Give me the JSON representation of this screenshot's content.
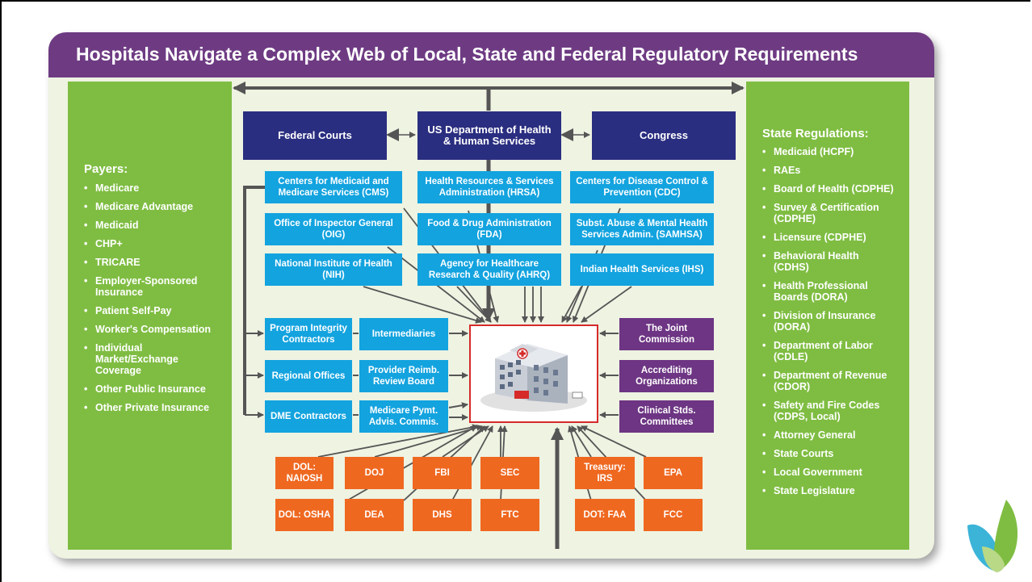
{
  "title": "Hospitals Navigate a Complex Web of Local, State and Federal Regulatory Requirements",
  "colors": {
    "title_bar": "#6e3b83",
    "green_panel": "#7fbd42",
    "navy": "#2a2e80",
    "blue": "#13a3df",
    "purple": "#6d3583",
    "orange": "#ef6820",
    "hospital_border": "#d62a2a"
  },
  "payers": {
    "heading": "Payers:",
    "items": [
      "Medicare",
      "Medicare Advantage",
      "Medicaid",
      "CHP+",
      "TRICARE",
      "Employer-Sponsored Insurance",
      "Patient Self-Pay",
      "Worker's Compensation",
      "Individual Market/Exchange Coverage",
      "Other Public Insurance",
      "Other Private Insurance"
    ]
  },
  "state": {
    "heading": "State Regulations:",
    "items": [
      "Medicaid (HCPF)",
      "RAEs",
      "Board of Health (CDPHE)",
      "Survey & Certification (CDPHE)",
      "Licensure (CDPHE)",
      "Behavioral Health (CDHS)",
      "Health Professional Boards (DORA)",
      "Division of Insurance (DORA)",
      "Department of Labor (CDLE)",
      "Department of Revenue (CDOR)",
      "Safety and Fire Codes (CDPS, Local)",
      "Attorney General",
      "State Courts",
      "Local Government",
      "State Legislature"
    ]
  },
  "federal": {
    "courts": "Federal Courts",
    "hhs": "US Department of Health & Human Services",
    "congress": "Congress"
  },
  "hhs_agencies": {
    "cms": "Centers for Medicaid and Medicare Services (CMS)",
    "hrsa": "Health Resources & Services Administration (HRSA)",
    "cdc": "Centers for Disease Control & Prevention (CDC)",
    "oig": "Office of Inspector General (OIG)",
    "fda": "Food & Drug Administration (FDA)",
    "samhsa": "Subst. Abuse & Mental Health Services Admin. (SAMHSA)",
    "nih": "National Institute of Health (NIH)",
    "ahrq": "Agency for Healthcare Research & Quality (AHRQ)",
    "ihs": "Indian Health Services (IHS)"
  },
  "cms_contractors": {
    "pic": "Program Integrity Contractors",
    "intermediaries": "Intermediaries",
    "regional": "Regional Offices",
    "prrb": "Provider Reimb. Review Board",
    "dme": "DME Contractors",
    "medpac": "Medicare Pymt. Advis. Commis."
  },
  "accreditation": {
    "joint": "The Joint Commission",
    "accrediting": "Accrediting Organizations",
    "clinical": "Clinical Stds. Committees"
  },
  "other_federal": {
    "naiosh": "DOL: NAIOSH",
    "doj": "DOJ",
    "fbi": "FBI",
    "sec": "SEC",
    "osha": "DOL: OSHA",
    "dea": "DEA",
    "dhs": "DHS",
    "ftc": "FTC",
    "irs": "Treasury: IRS",
    "epa": "EPA",
    "faa": "DOT: FAA",
    "fcc": "FCC"
  },
  "icons": {
    "bullet": "•",
    "hospital": "hospital-icon",
    "logo": "leaf-logo-icon"
  }
}
